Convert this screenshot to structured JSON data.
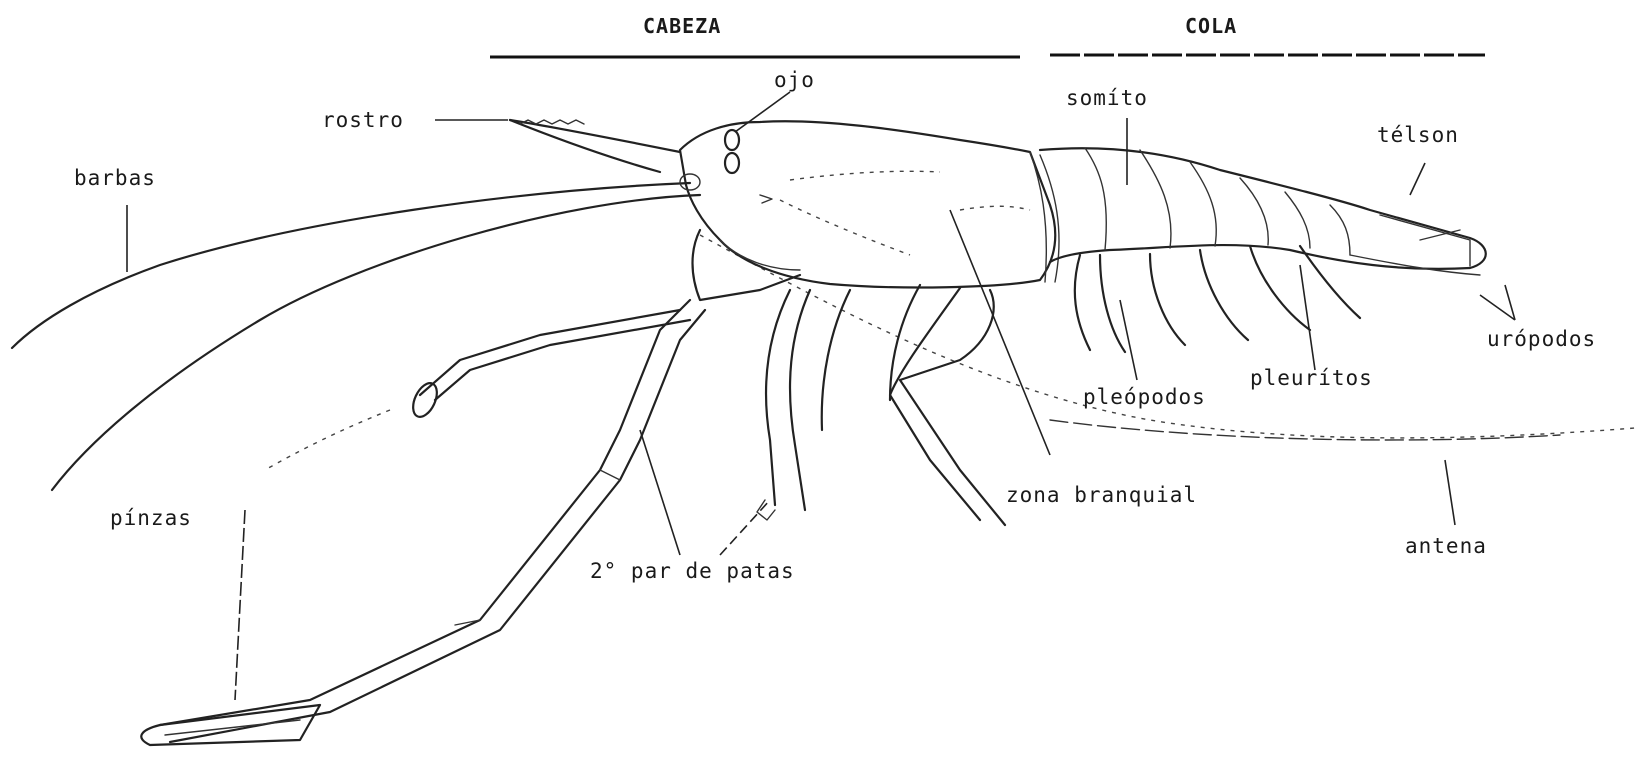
{
  "sections": {
    "head": "CABEZA",
    "tail": "COLA"
  },
  "labels": {
    "ojo": "ojo",
    "rostro": "rostro",
    "barbas": "barbas",
    "somito": "somíto",
    "telson": "télson",
    "uropodos": "urópodos",
    "pleopodos": "pleópodos",
    "pleuritos": "pleurítos",
    "zona_branquial": "zona branquial",
    "antena": "antena",
    "pinzas": "pínzas",
    "segundo_par": "2° par de patas"
  },
  "colors": {
    "ink": "#222222",
    "paper": "#ffffff"
  }
}
